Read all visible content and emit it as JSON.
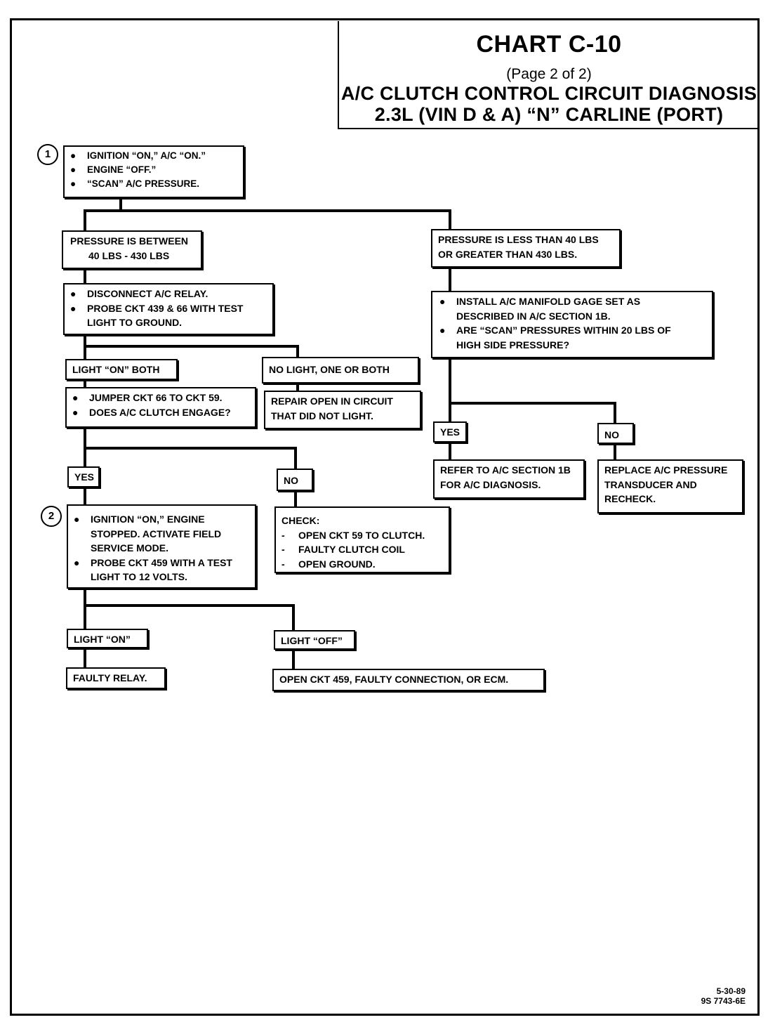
{
  "header": {
    "chart_title": "CHART C-10",
    "page_note": "(Page 2 of 2)",
    "title_line1": "A/C CLUTCH CONTROL CIRCUIT DIAGNOSIS",
    "title_line2": "2.3L  (VIN D & A)  “N”  CARLINE  (PORT)"
  },
  "markers": {
    "step1": "1",
    "step2": "2"
  },
  "boxes": {
    "start": [
      "IGNITION “ON,” A/C “ON.”",
      "ENGINE “OFF.”",
      "“SCAN” A/C PRESSURE."
    ],
    "pressure_between": [
      "PRESSURE IS BETWEEN",
      "40 LBS - 430 LBS"
    ],
    "pressure_outside": [
      "PRESSURE IS LESS THAN 40 LBS",
      "OR GREATER THAN 430 LBS."
    ],
    "disconnect": [
      "DISCONNECT A/C RELAY.",
      "PROBE CKT 439 & 66 WITH TEST",
      "LIGHT TO GROUND."
    ],
    "install_gage": [
      "INSTALL A/C MANIFOLD GAGE SET AS",
      "DESCRIBED IN A/C SECTION 1B.",
      "ARE “SCAN” PRESSURES WITHIN 20 LBS OF",
      "HIGH SIDE PRESSURE?"
    ],
    "light_on_both": "LIGHT “ON” BOTH",
    "no_light": "NO LIGHT, ONE OR BOTH",
    "jumper": [
      "JUMPER CKT 66 TO CKT 59.",
      "DOES A/C CLUTCH ENGAGE?"
    ],
    "repair_open": [
      "REPAIR OPEN IN CIRCUIT",
      "THAT DID NOT LIGHT."
    ],
    "yes_right": "YES",
    "no_right": "NO",
    "refer": [
      "REFER TO A/C SECTION 1B",
      "FOR A/C DIAGNOSIS."
    ],
    "replace": [
      "REPLACE A/C PRESSURE",
      "TRANSDUCER AND",
      "RECHECK."
    ],
    "yes_left": "YES",
    "no_left": "NO",
    "ignition2": [
      "IGNITION “ON,” ENGINE",
      "STOPPED.  ACTIVATE FIELD",
      "SERVICE MODE.",
      "PROBE CKT 459 WITH A TEST",
      "LIGHT TO 12 VOLTS."
    ],
    "check": {
      "heading": "CHECK:",
      "items": [
        "OPEN CKT 59 TO CLUTCH.",
        "FAULTY CLUTCH COIL",
        "OPEN GROUND."
      ]
    },
    "light_on": "LIGHT “ON”",
    "light_off": "LIGHT “OFF”",
    "faulty_relay": "FAULTY RELAY.",
    "open_ckt": "OPEN CKT 459, FAULTY CONNECTION, OR ECM."
  },
  "footer": {
    "date": "5-30-89",
    "code": "9S 7743-6E"
  }
}
